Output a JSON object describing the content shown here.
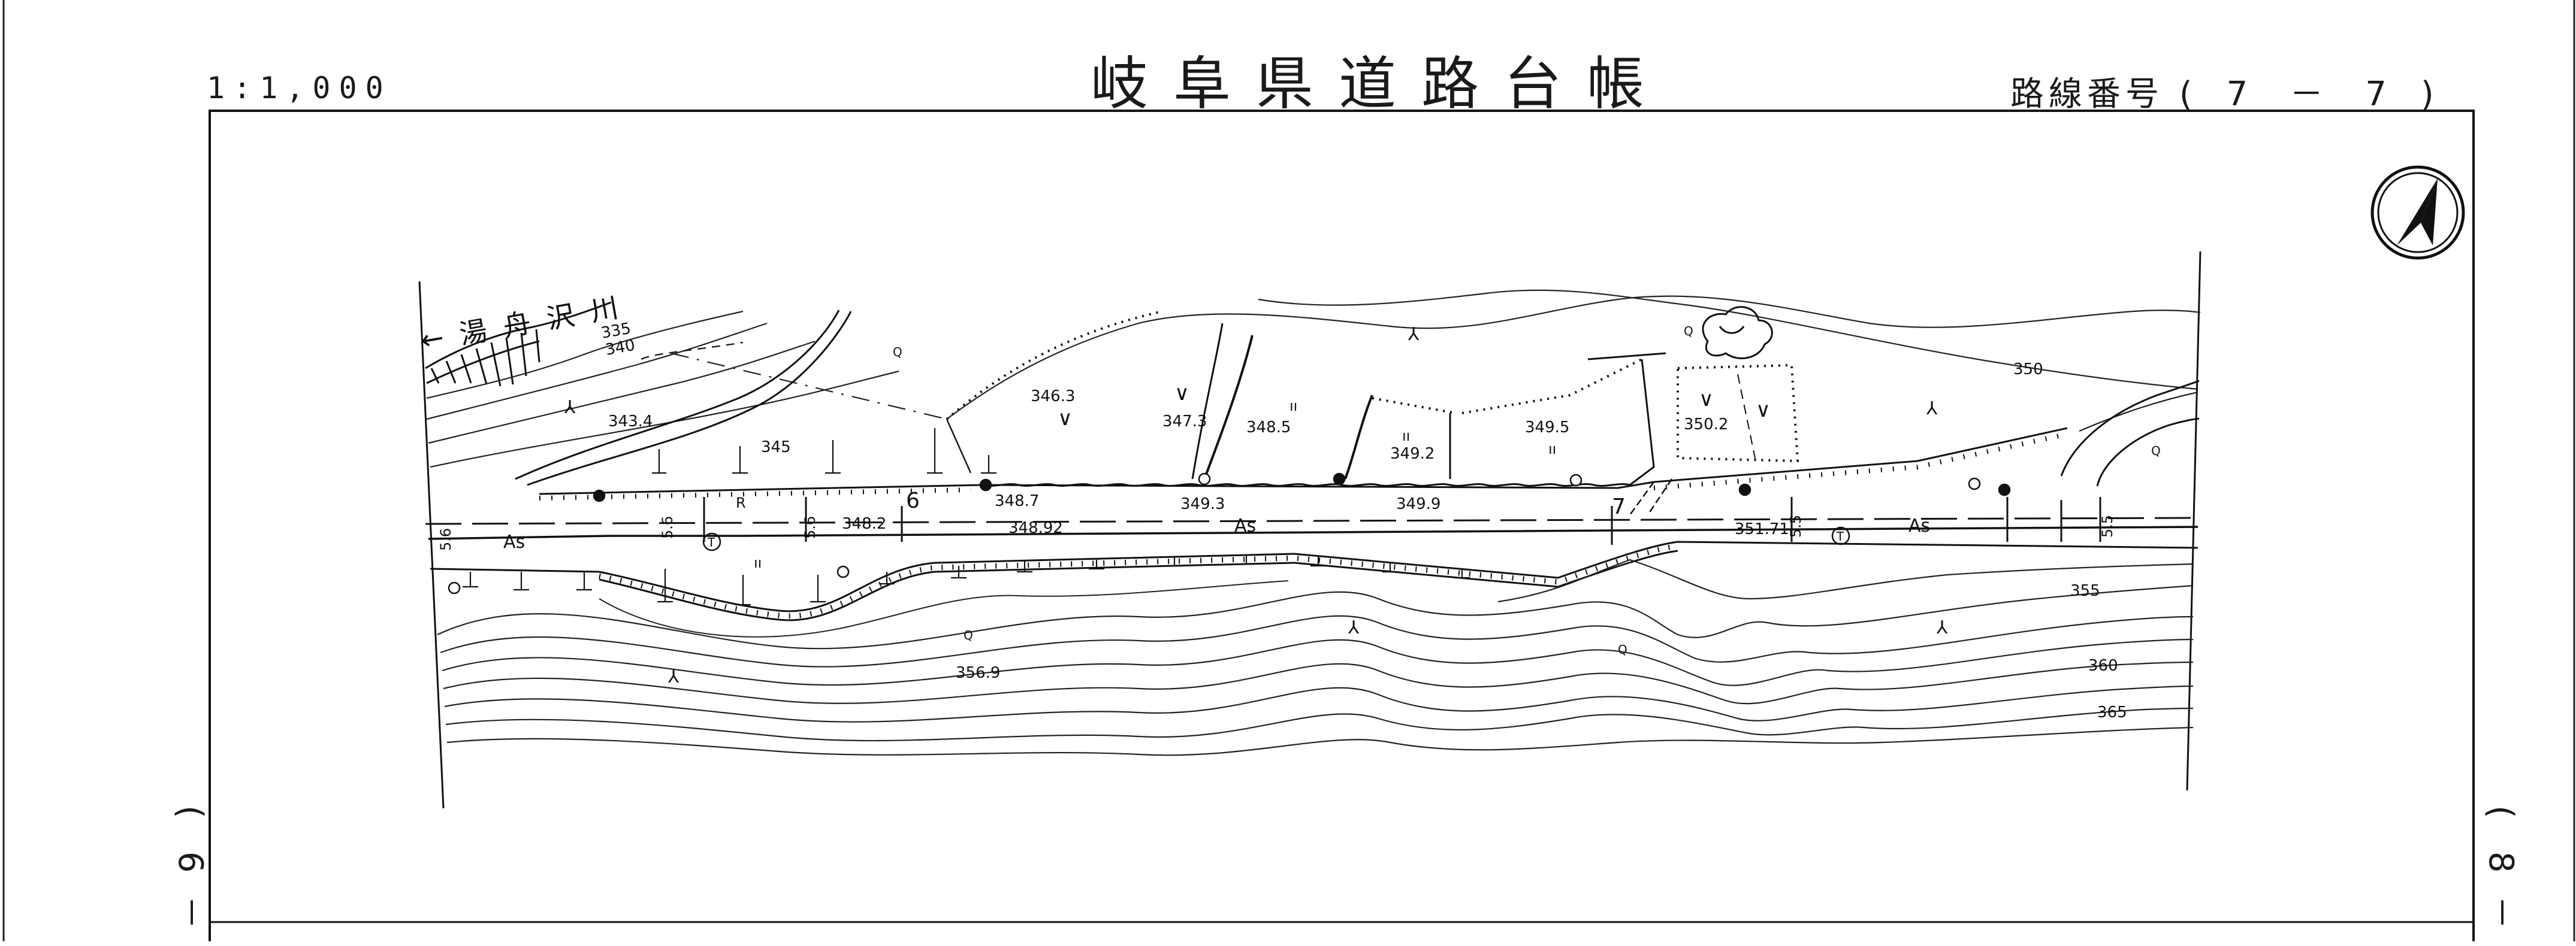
{
  "header": {
    "scale": "1:1,000",
    "title": "岐阜県道路台帳",
    "route": {
      "label": "路線番号",
      "open": "(",
      "start": "7",
      "dash": "－",
      "end": "7",
      "close": ")"
    }
  },
  "side_markers": {
    "left": {
      "open": "(",
      "num": "6",
      "dash": "－"
    },
    "right": {
      "open": "(",
      "num": "8",
      "dash": "－"
    }
  },
  "river": {
    "arrow": "←",
    "name": "湯舟沢川"
  },
  "station_labels": {
    "six": "6",
    "seven": "7"
  },
  "surface_label": "As",
  "widths": {
    "a": "5.6",
    "b": "5.5"
  },
  "spot_heights": {
    "h343_4": "343.4",
    "h346_3": "346.3",
    "h347_3": "347.3",
    "h348_5": "348.5",
    "h349_2": "349.2",
    "h349_5": "349.5",
    "h350_2": "350.2",
    "h348_2": "348.2",
    "h348_7": "348.7",
    "h349_3": "349.3",
    "h349_9": "349.9",
    "h348_92": "348.92",
    "h351_71": "351.71",
    "h356_9": "356.9"
  },
  "contour_labels": {
    "c335": "335",
    "c340": "340",
    "c345": "345",
    "c350": "350",
    "c355": "355",
    "c360": "360",
    "c365": "365"
  },
  "symbols": {
    "r": "R",
    "ditto": "ıı",
    "field": "∨",
    "wasteland": "⅄",
    "tree": "Q",
    "telephone": "T"
  }
}
